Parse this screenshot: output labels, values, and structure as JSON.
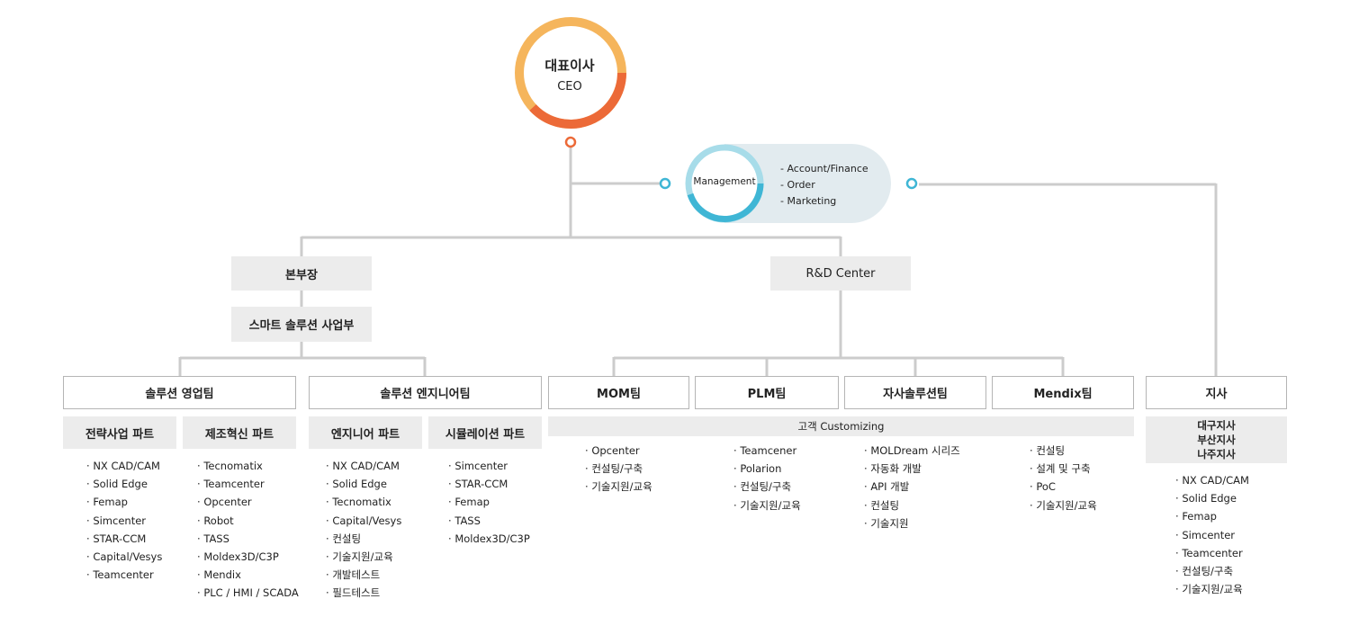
{
  "ceo": {
    "title_kr": "대표이사",
    "title_en": "CEO"
  },
  "management": {
    "title": "Management",
    "items": [
      "- Account/Finance",
      "- Order",
      "- Marketing"
    ]
  },
  "divisions": {
    "main": "본부장",
    "smart_solution": "스마트 솔루션 사업부",
    "rnd": "R&D Center"
  },
  "teams": {
    "sales": "솔루션 영업팀",
    "engineering": "솔루션 엔지니어팀",
    "mom": "MOM팀",
    "plm": "PLM팀",
    "own_solution": "자사솔루션팀",
    "mendix": "Mendix팀",
    "branch": "지사"
  },
  "parts": {
    "strategy": "전략사업 파트",
    "innovation": "제조혁신 파트",
    "engineer": "엔지니어 파트",
    "simulation": "시뮬레이션 파트"
  },
  "customizing_label": "고객 Customizing",
  "branches": [
    "대구지사",
    "부산지사",
    "나주지사"
  ],
  "lists": {
    "strategy": [
      "NX CAD/CAM",
      "Solid Edge",
      "Femap",
      "Simcenter",
      "STAR-CCM",
      "Capital/Vesys",
      "Teamcenter"
    ],
    "innovation": [
      "Tecnomatix",
      "Teamcenter",
      "Opcenter",
      "Robot",
      "TASS",
      "Moldex3D/C3P",
      "Mendix",
      "PLC / HMI / SCADA"
    ],
    "engineer": [
      "NX CAD/CAM",
      "Solid Edge",
      "Tecnomatix",
      "Capital/Vesys",
      "컨설팅",
      "기술지원/교육",
      "개발테스트",
      "필드테스트"
    ],
    "simulation": [
      "Simcenter",
      "STAR-CCM",
      "Femap",
      "TASS",
      "Moldex3D/C3P"
    ],
    "mom": [
      "Opcenter",
      "컨설팅/구축",
      "기술지원/교육"
    ],
    "plm": [
      "Teamcener",
      "Polarion",
      "컨설팅/구축",
      "기술지원/교육"
    ],
    "own_solution": [
      "MOLDream 시리즈",
      "자동화 개발",
      "API 개발",
      "컨설팅",
      "기술지원"
    ],
    "mendix": [
      "컨설팅",
      "설계 및 구축",
      "PoC",
      "기술지원/교육"
    ],
    "branch": [
      "NX CAD/CAM",
      "Solid Edge",
      "Femap",
      "Simcenter",
      "Teamcenter",
      "컨설팅/구축",
      "기술지원/교육"
    ]
  },
  "colors": {
    "ceo_ring_light": "#F5B55C",
    "ceo_ring_dark": "#EC6A38",
    "mgmt_ring_light": "#A7DCE9",
    "mgmt_ring_dark": "#3FB6D5",
    "mgmt_bg": "#E2EBEF",
    "connector": "#CCCCCC",
    "box_gray": "#ECECEC"
  }
}
